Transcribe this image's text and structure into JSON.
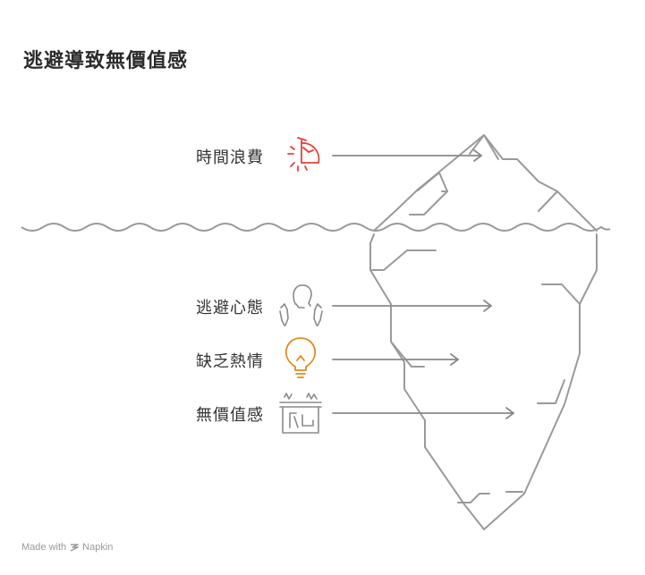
{
  "title": "逃避導致無價值感",
  "items": [
    {
      "label": "時間浪費",
      "icon": "broken-clock-icon",
      "color": "#e0433a",
      "position": "above-water"
    },
    {
      "label": "逃避心態",
      "icon": "person-hands-icon",
      "color": "#8a8a8a",
      "position": "below-water"
    },
    {
      "label": "缺乏熱情",
      "icon": "lightbulb-icon",
      "color": "#e08a1e",
      "position": "below-water"
    },
    {
      "label": "無價值感",
      "icon": "empty-box-icon",
      "color": "#8a8a8a",
      "position": "below-water"
    }
  ],
  "footer": {
    "made_with": "Made with",
    "brand": "Napkin"
  }
}
